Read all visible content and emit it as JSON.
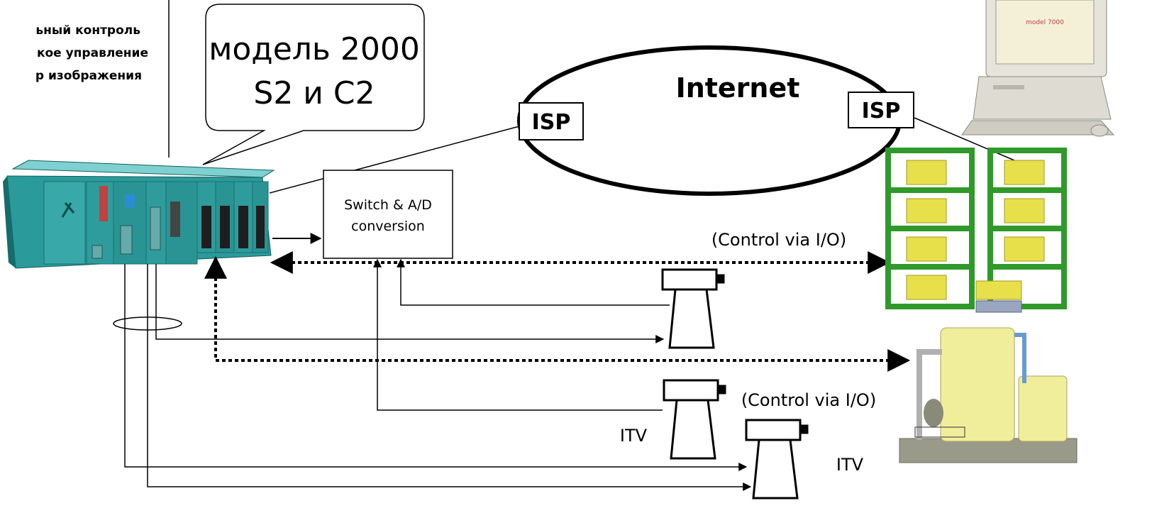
{
  "legend_lines": [
    "ьный контроль",
    "кое управление",
    "р изображения"
  ],
  "callout": {
    "line1": "модель 2000",
    "line2": "S2 и C2"
  },
  "cloud": {
    "label": "Internet"
  },
  "isp_left": "ISP",
  "isp_right": "ISP",
  "switch_box": {
    "line1": "Switch & A/D",
    "line2": "conversion"
  },
  "control_label_top": "(Control via I/O)",
  "control_label_bottom": "(Control via I/O)",
  "itv_label_1": "ITV",
  "itv_label_2": "ITV",
  "monitor_screen_text": [
    "model 7000"
  ],
  "colors": {
    "plc_body": "#2a9a9a",
    "plc_dark": "#166c6c",
    "rack_green": "#2f9a2a",
    "box_yellow": "#e8e04a",
    "tank_yellow": "#f0ee9a",
    "line": "#000000"
  }
}
